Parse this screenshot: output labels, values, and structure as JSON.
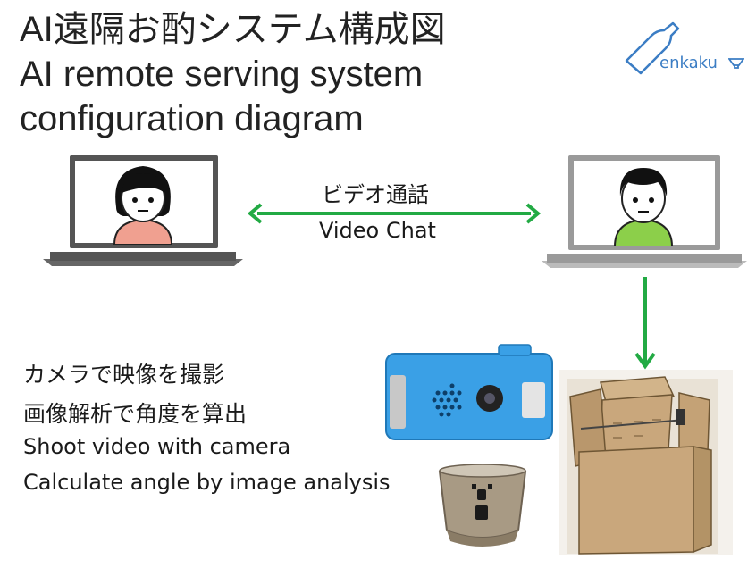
{
  "title": {
    "japanese_ai": "AI",
    "japanese": "遠隔お酌システム構成図",
    "english_line1": "AI remote serving system",
    "english_line2": "configuration diagram"
  },
  "logo": {
    "text": "enkaku"
  },
  "connection": {
    "label_ja": "ビデオ通話",
    "label_en": "Video Chat"
  },
  "captions": {
    "ja_line1": "カメラで映像を撮影",
    "ja_line2": "画像解析で角度を算出",
    "en_line1": "Shoot video with camera",
    "en_line2": "Calculate angle by image analysis"
  },
  "colors": {
    "arrow": "#22aa44",
    "laptop_frame": "#555555",
    "laptop_right_frame": "#9a9a9a",
    "woman_shirt": "#f0a090",
    "man_shirt": "#8ccf4a",
    "camera_body": "#3aa0e6",
    "box_wood": "#c9a77c",
    "logo": "#3b7dc4"
  },
  "icons": {
    "left_user": "woman-avatar-icon",
    "right_user": "man-avatar-icon",
    "camera": "m5-camera-icon",
    "cup": "sake-cup-icon",
    "device": "pouring-device-icon",
    "logo_bottle": "sake-bottle-icon"
  }
}
